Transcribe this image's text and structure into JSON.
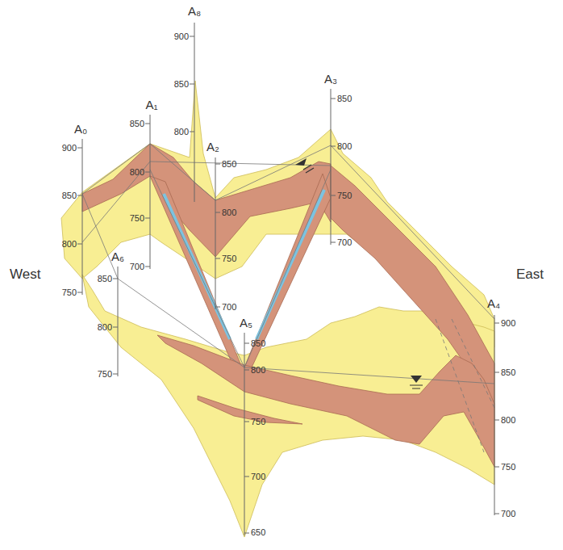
{
  "diagram": {
    "labels": [
      "West",
      "East",
      "A₀",
      "900",
      "850",
      "800",
      "750",
      "A₁",
      "850",
      "800",
      "750",
      "700",
      "A₈",
      "900",
      "850",
      "800",
      "A₂",
      "850",
      "800",
      "750",
      "700",
      "A₃",
      "850",
      "800",
      "750",
      "700",
      "A₆",
      "850",
      "800",
      "750",
      "A₅",
      "850",
      "800",
      "750",
      "700",
      "650",
      "A₄",
      "900",
      "850",
      "800",
      "750",
      "700"
    ]
  }
}
